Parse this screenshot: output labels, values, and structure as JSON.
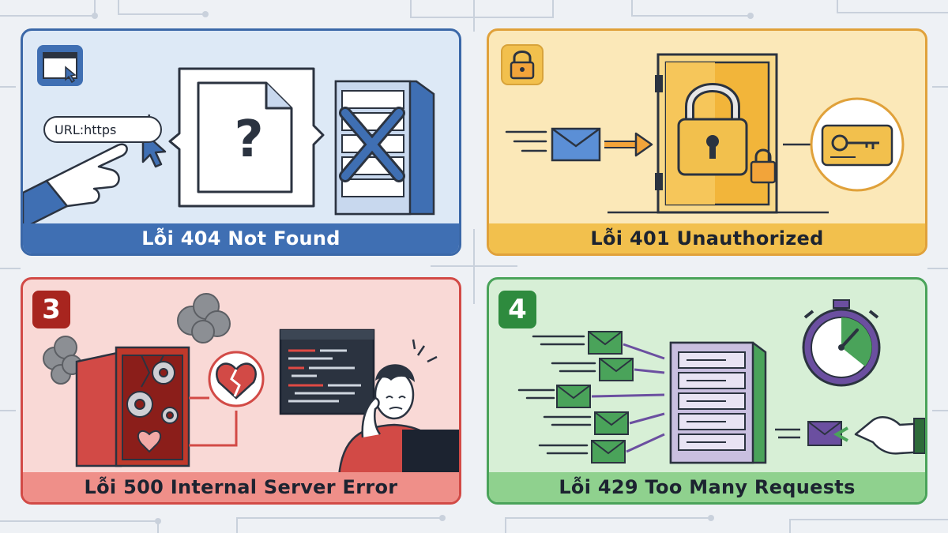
{
  "panels": [
    {
      "id": "404",
      "caption": "Lỗi 404 Not Found",
      "url_text": "URL:https",
      "question_mark": "?"
    },
    {
      "id": "401",
      "caption": "Lỗi 401 Unauthorized"
    },
    {
      "id": "500",
      "caption": "Lỗi 500 Internal Server Error",
      "number": "3"
    },
    {
      "id": "429",
      "caption": "Lỗi 429 Too Many Requests",
      "number": "4"
    }
  ],
  "colors": {
    "blue": "#3f6fb3",
    "yellow": "#f2c04d",
    "red": "#d24a46",
    "green": "#4aa35a"
  }
}
